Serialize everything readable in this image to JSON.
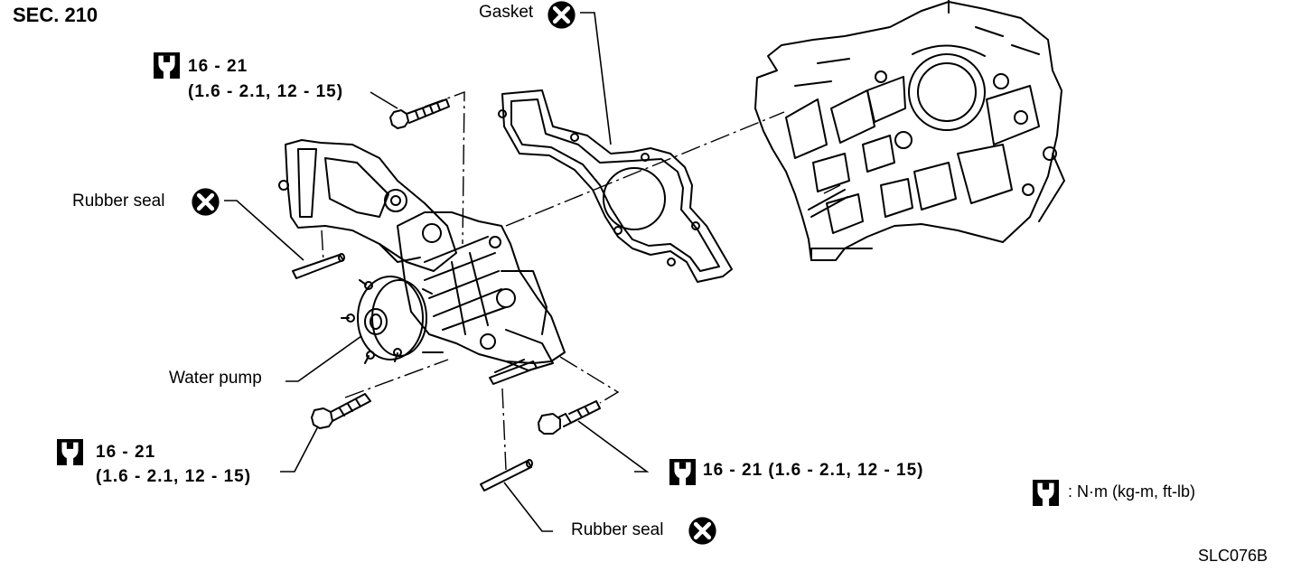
{
  "section": "SEC. 210",
  "figure_id": "SLC076B",
  "labels": {
    "gasket": "Gasket",
    "rubber_seal_left": "Rubber seal",
    "rubber_seal_bottom": "Rubber seal",
    "water_pump": "Water pump"
  },
  "torque": {
    "top": {
      "value": "16 - 21",
      "alt": "(1.6 - 2.1, 12 - 15)"
    },
    "left": {
      "value": "16 - 21",
      "alt": "(1.6 - 2.1, 12 - 15)"
    },
    "right": {
      "value": "16 - 21 (1.6 - 2.1, 12 - 15)"
    }
  },
  "legend": {
    "text": ": N·m (kg-m, ft-lb)"
  },
  "icons": {
    "torque": "torque-wrench-icon",
    "replace": "do-not-reuse-x-icon"
  }
}
